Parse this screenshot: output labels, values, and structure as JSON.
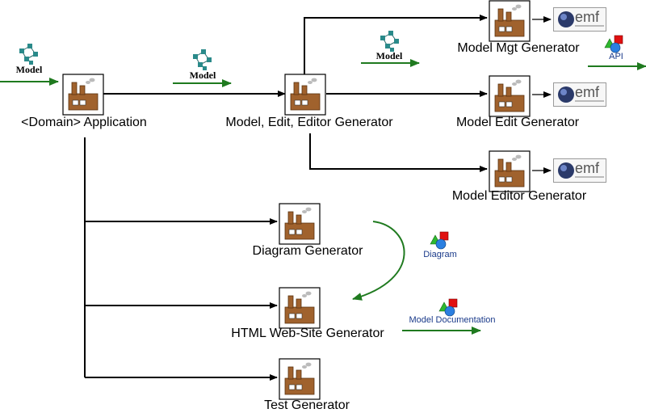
{
  "colors": {
    "edge": "#000000",
    "flow": "#1f7a1f",
    "factory": "#a0622d",
    "model_icon": "#2a8a8a",
    "diagram_label": "#1a3a8a"
  },
  "nodes": {
    "domain_app": "<Domain> Application",
    "mmeg": "Model, Edit, Editor Generator",
    "model_mgt": "Model Mgt Generator",
    "model_edit": "Model Edit Generator",
    "model_editor": "Model Editor Generator",
    "diagram_gen": "Diagram Generator",
    "html_gen": "HTML Web-Site Generator",
    "test_gen": "Test Generator"
  },
  "artifacts": {
    "model": "Model",
    "emf": "emf",
    "api": "API",
    "diagram": "Diagram",
    "model_documentation": "Model Documentation"
  },
  "icons": {
    "factory": "factory-icon",
    "model": "model-graph-icon",
    "emf": "emf-logo-icon",
    "shapes": "shapes-icon"
  }
}
